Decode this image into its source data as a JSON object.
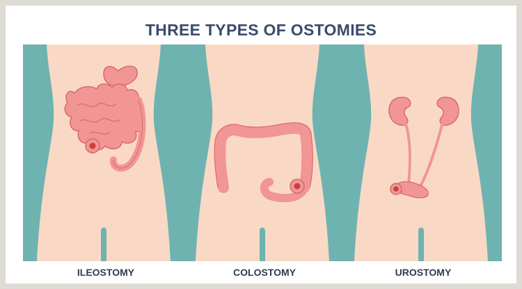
{
  "title": "THREE TYPES OF OSTOMIES",
  "panels": [
    {
      "label": "ILEOSTOMY"
    },
    {
      "label": "COLOSTOMY"
    },
    {
      "label": "UROSTOMY"
    }
  ],
  "colors": {
    "teal": "#6fb3b0",
    "skin": "#f9d9c5",
    "organ": "#f29595",
    "organ_dark": "#d86a6a",
    "stoma": "#c94040",
    "text": "#3b4a6e"
  }
}
